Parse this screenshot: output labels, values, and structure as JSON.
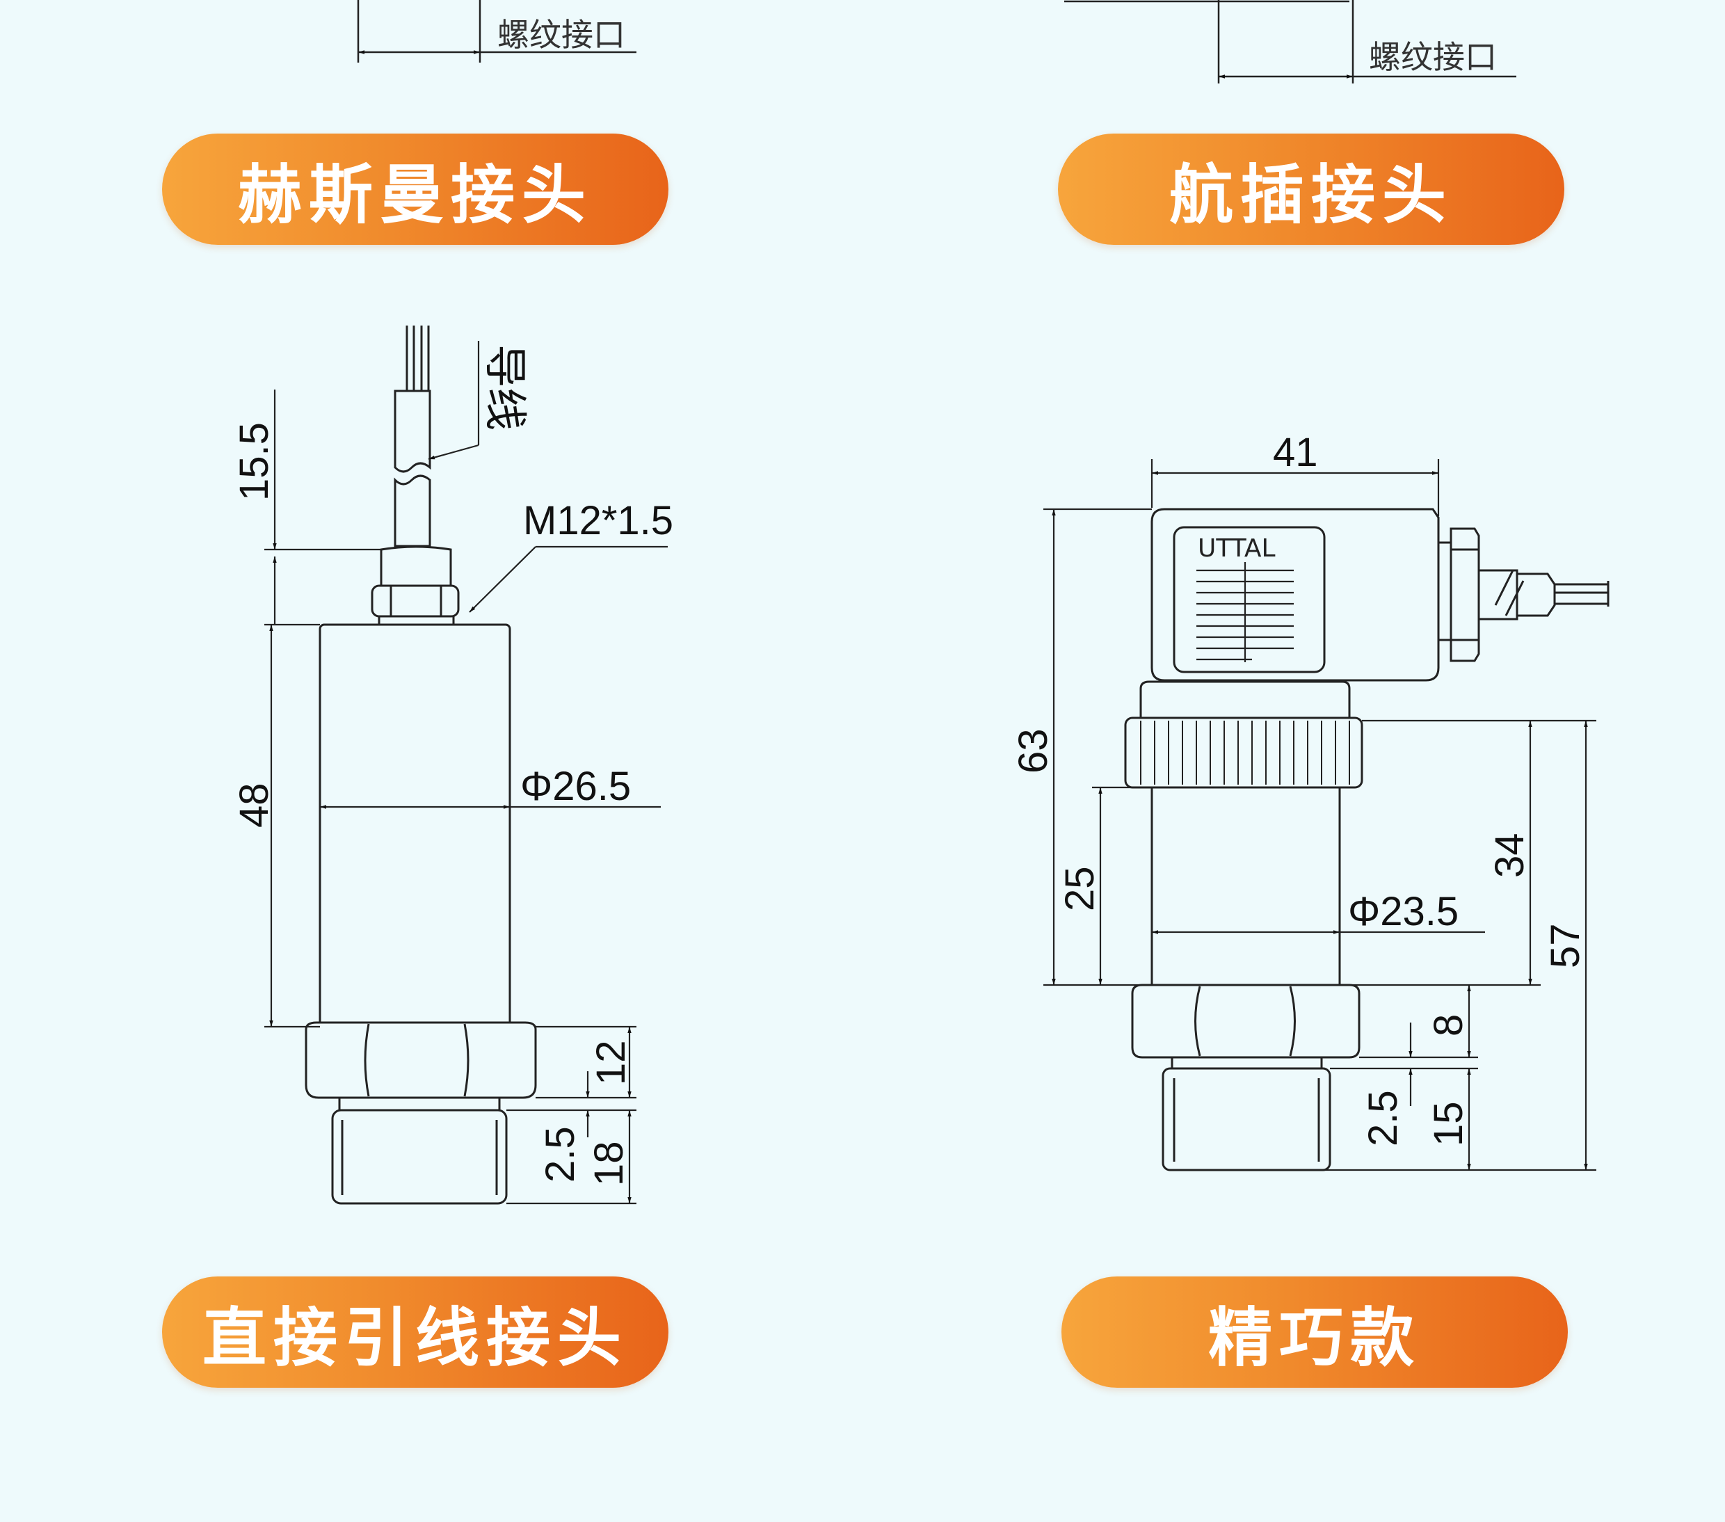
{
  "headers": {
    "hirschmann": "赫斯曼接头",
    "aviation": "航插接头",
    "direct": "直接引线接头",
    "compact": "精巧款"
  },
  "top_left": {
    "thread_label": "螺纹接口"
  },
  "top_right": {
    "thread_label": "螺纹接口"
  },
  "direct_lead": {
    "wire_label": "导线",
    "thread_spec": "M12*1.5",
    "dim_cable": "15.5",
    "dim_body": "48",
    "dim_diameter": "Φ26.5",
    "dim_hex": "12",
    "dim_gap": "2.5",
    "dim_thread": "18"
  },
  "compact_model": {
    "logo": "UTTAL",
    "dim_width": "41",
    "dim_total": "63",
    "dim_body": "25",
    "dim_diameter": "Φ23.5",
    "dim_upper": "34",
    "dim_overall": "57",
    "dim_hex": "8",
    "dim_gap": "2.5",
    "dim_thread": "15"
  }
}
